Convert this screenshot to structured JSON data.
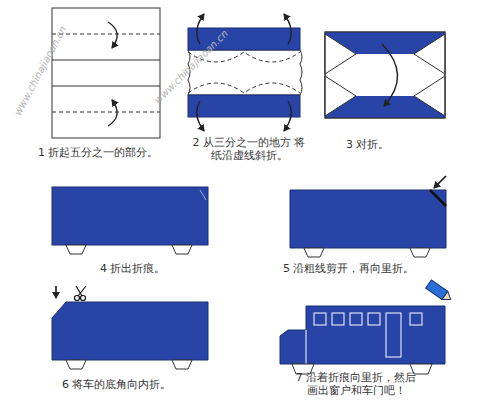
{
  "diagram": {
    "labels": [
      "1 折起五分之一的部分。",
      "2 从三分之一的地方 将纸沿虚线斜折。",
      "3 对折。",
      "4 折出折痕。",
      "5 沿粗线剪开，再向里折。",
      "6 将车的底角向内折。",
      "7 沿着折痕向里折，然后 画出窗户和车门吧！",
      "www.chinajiaoan.cn",
      "www.chinajiaoan.cn"
    ]
  }
}
